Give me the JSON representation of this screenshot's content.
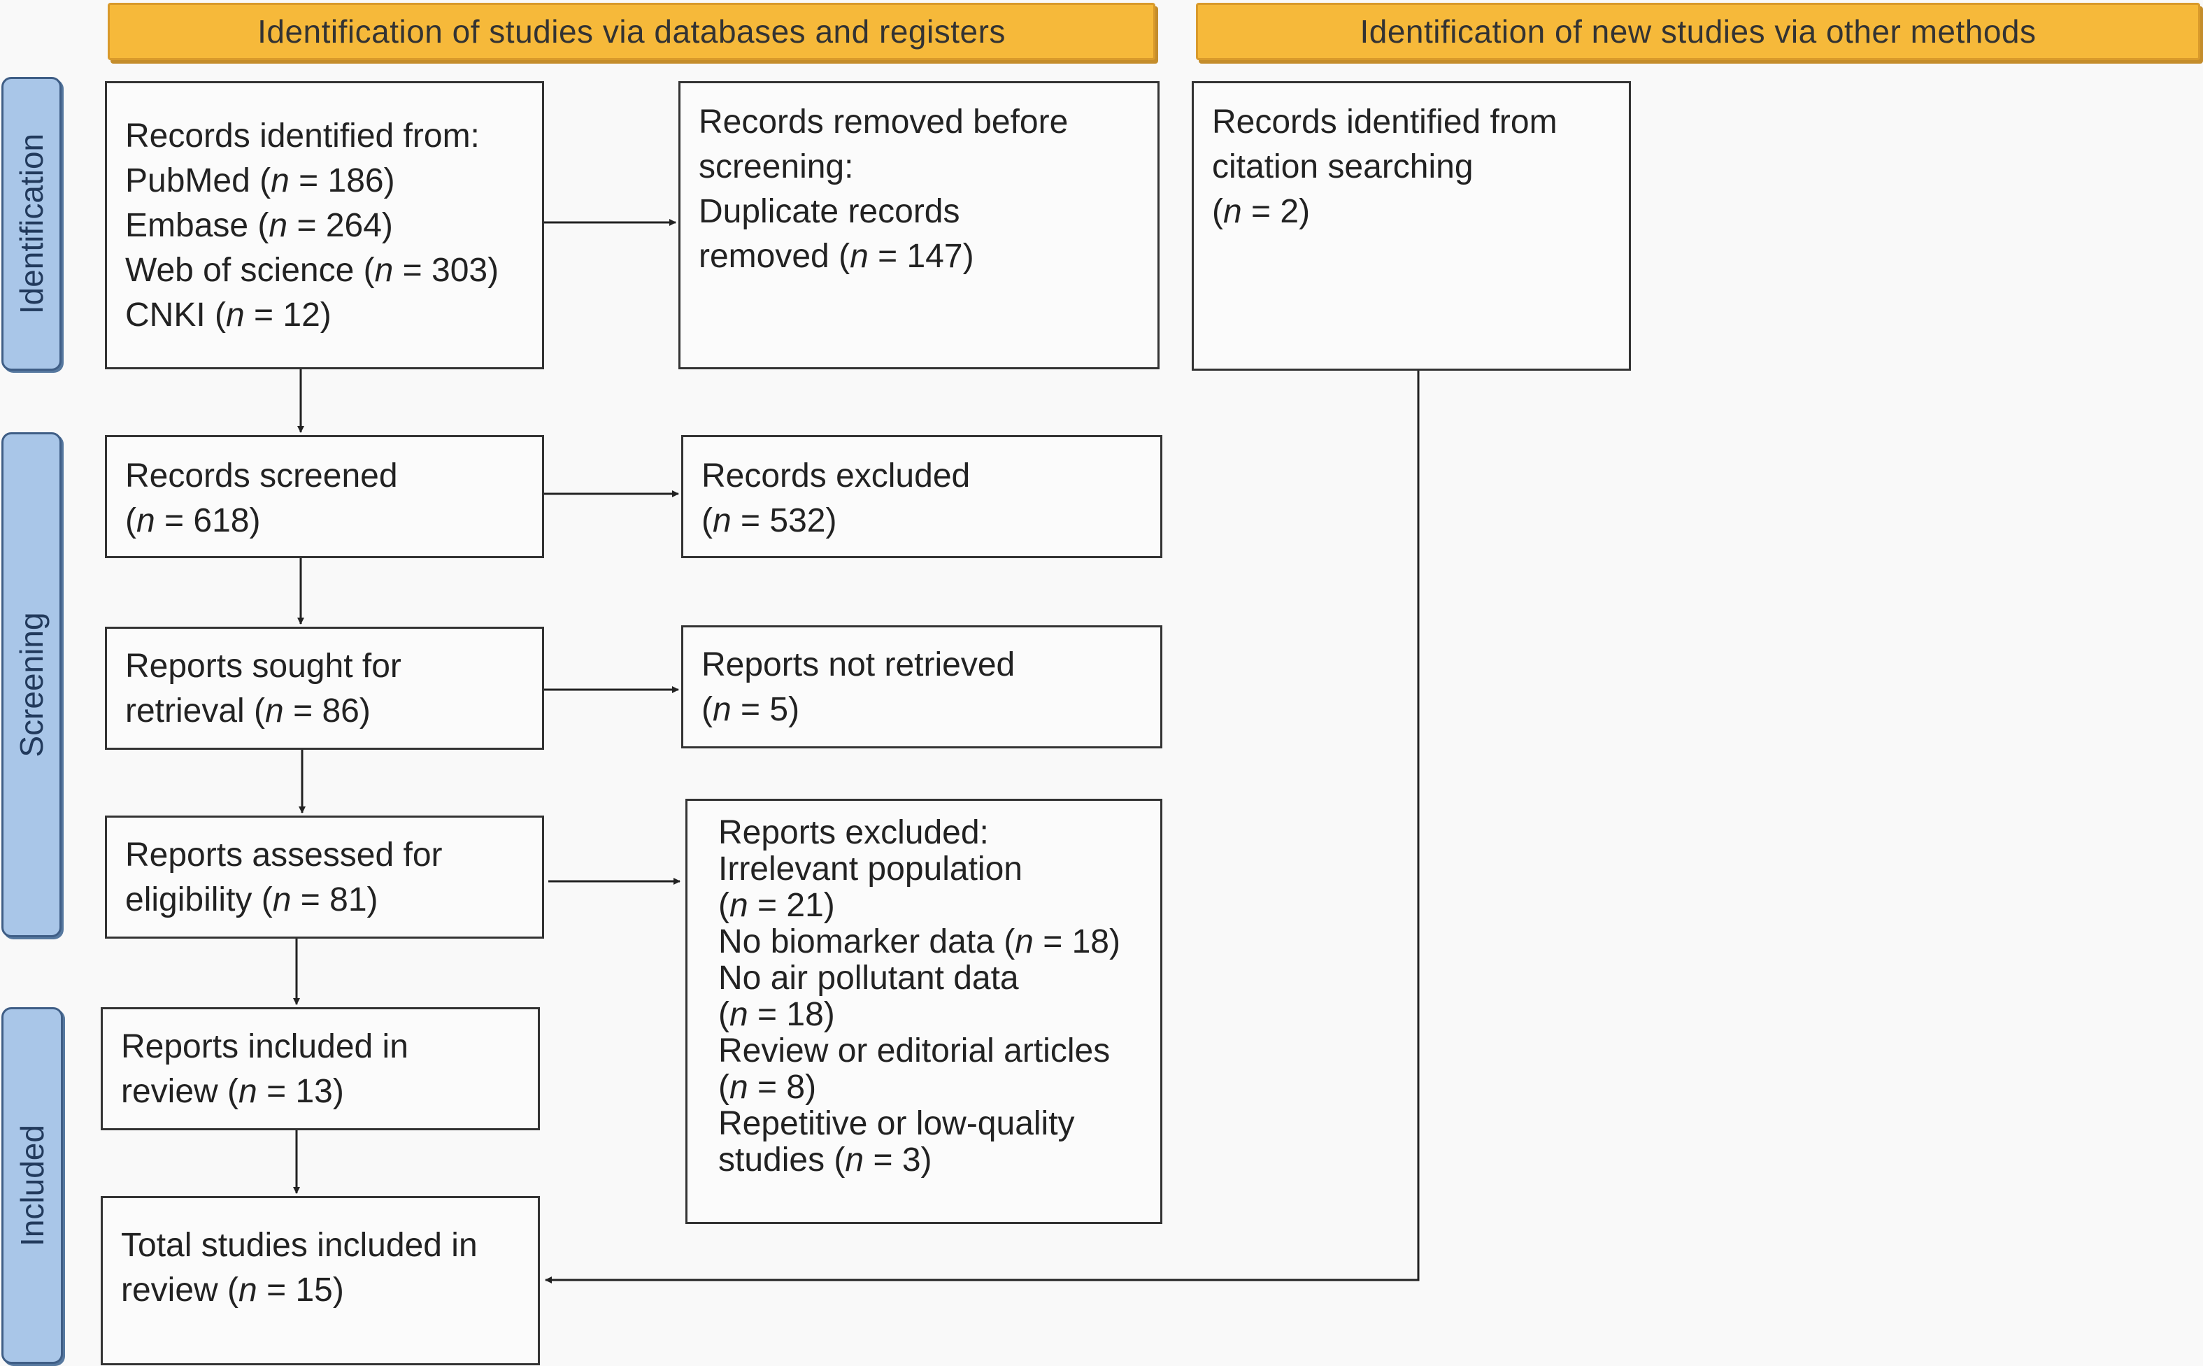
{
  "headers": {
    "databases": "Identification of studies via databases and registers",
    "other": "Identification of new studies via other methods"
  },
  "stages": {
    "identification": "Identification",
    "screening": "Screening",
    "included": "Included"
  },
  "boxes": {
    "records_identified": {
      "lines": [
        "Records identified from:",
        "PubMed (n = 186)",
        "Embase (n = 264)",
        "Web of science (n = 303)",
        "CNKI (n = 12)"
      ]
    },
    "records_removed": {
      "lines": [
        "Records removed before",
        "screening:",
        "Duplicate records",
        "removed (n = 147)"
      ]
    },
    "citation_records": {
      "lines": [
        "Records identified from",
        "citation searching",
        "(n = 2)"
      ]
    },
    "records_screened": {
      "lines": [
        "Records screened",
        "(n = 618)"
      ]
    },
    "records_excluded": {
      "lines": [
        "Records excluded",
        "(n = 532)"
      ]
    },
    "reports_sought": {
      "lines": [
        "Reports sought for",
        "retrieval (n = 86)"
      ]
    },
    "reports_not_retrieved": {
      "lines": [
        "Reports not retrieved",
        "(n = 5)"
      ]
    },
    "reports_assessed": {
      "lines": [
        "Reports assessed for",
        "eligibility (n = 81)"
      ]
    },
    "reports_excluded": {
      "lines": [
        "Reports excluded:",
        "Irrelevant population",
        "(n = 21)",
        "No biomarker data (n = 18)",
        "No air pollutant data",
        "(n = 18)",
        "Review or editorial articles",
        "(n = 8)",
        "Repetitive or low-quality",
        "studies (n = 3)"
      ]
    },
    "reports_included": {
      "lines": [
        "Reports included in",
        "review (n = 13)"
      ]
    },
    "total_included": {
      "lines": [
        "Total studies included in",
        "review (n = 15)"
      ]
    }
  },
  "colors": {
    "header_fill": "#f6b93a",
    "stage_fill": "#a9c6e8",
    "box_border": "#333333"
  }
}
